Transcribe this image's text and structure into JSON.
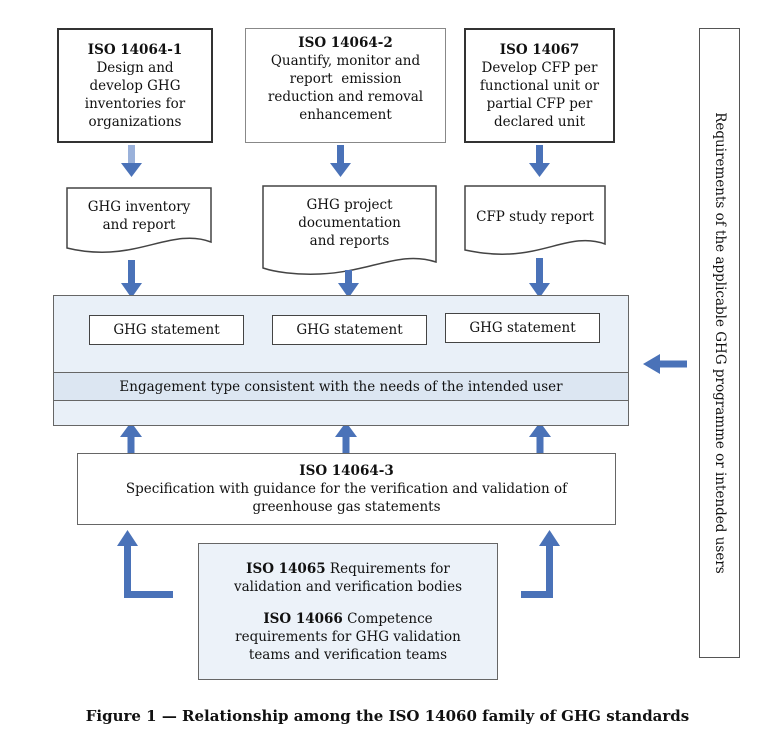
{
  "top_boxes": [
    {
      "title": "ISO 14064-1",
      "lines": [
        "Design and",
        "develop GHG",
        "inventories for",
        "organizations"
      ]
    },
    {
      "title": "ISO 14064-2",
      "lines": [
        "Quantify, monitor and",
        "report  emission",
        "reduction and removal",
        "enhancement"
      ]
    },
    {
      "title": "ISO 14067",
      "lines": [
        "Develop CFP per",
        "functional unit or",
        "partial CFP per",
        "declared unit"
      ]
    }
  ],
  "documents": [
    {
      "lines": [
        "GHG inventory",
        "and report"
      ]
    },
    {
      "lines": [
        "GHG project",
        "documentation",
        "and reports"
      ]
    },
    {
      "lines": [
        "CFP study report"
      ]
    }
  ],
  "statements": [
    "GHG statement",
    "GHG statement",
    "GHG statement"
  ],
  "engagement": "Engagement type consistent with the needs of the intended user",
  "iso14064_3": {
    "title": "ISO 14064-3",
    "lines": [
      "Specification with guidance for the verification and validation of",
      "greenhouse gas statements"
    ]
  },
  "bottom_box": {
    "iso14065_title": "ISO 14065",
    "iso14065_text": " Requirements for",
    "iso14065_line2": "validation and verification bodies",
    "iso14066_title": "ISO 14066",
    "iso14066_text": " Competence",
    "iso14066_line2": "requirements for GHG validation",
    "iso14066_line3": "teams and verification teams"
  },
  "side_label": "Requirements of the applicable GHG programme or intended users",
  "caption": "Figure 1 — Relationship among the ISO 14060 family of GHG standards",
  "colors": {
    "arrow": "#4a72b8",
    "arrow_light": "#9ab1da",
    "band": "#e9f0f8",
    "engagement": "#dce6f2"
  }
}
